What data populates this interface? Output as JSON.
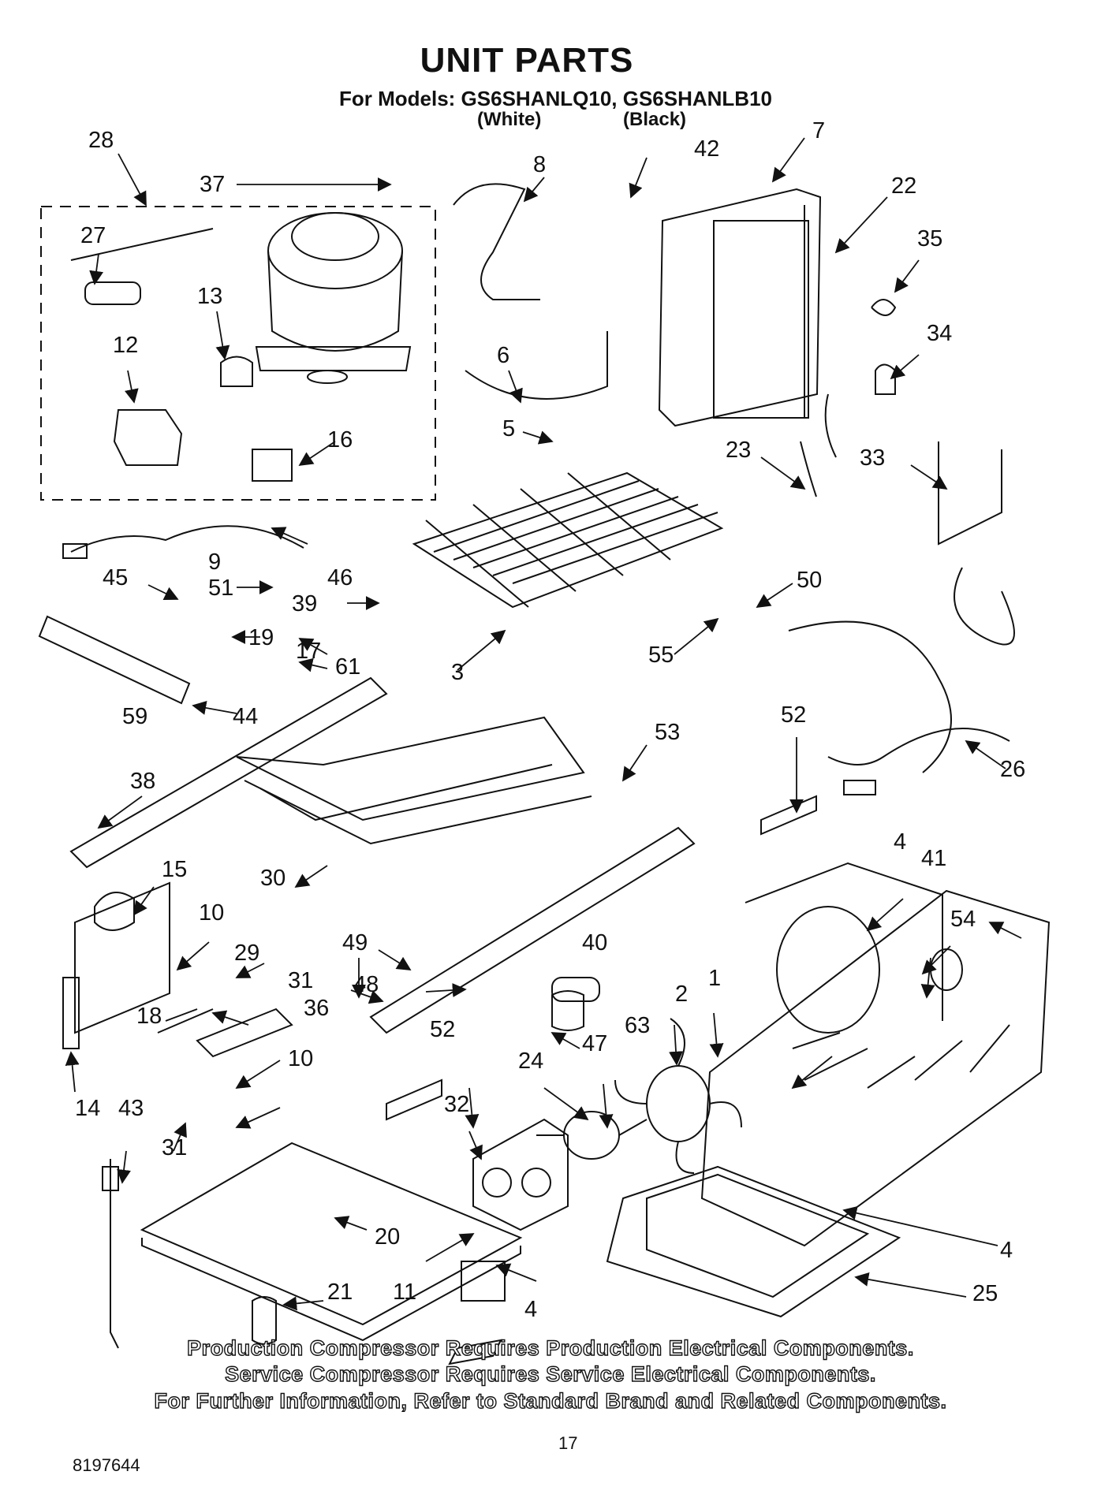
{
  "header": {
    "title": "UNIT PARTS",
    "models_line": "For Models: GS6SHANLQ10, GS6SHANLB10",
    "color_white": "(White)",
    "color_black": "(Black)"
  },
  "callouts": [
    "28",
    "37",
    "8",
    "42",
    "7",
    "22",
    "27",
    "13",
    "12",
    "35",
    "34",
    "6",
    "5",
    "16",
    "23",
    "33",
    "9",
    "46",
    "45",
    "51",
    "39",
    "50",
    "19",
    "17",
    "61",
    "3",
    "55",
    "44",
    "59",
    "52",
    "53",
    "26",
    "38",
    "30",
    "15",
    "4",
    "41",
    "10",
    "54",
    "29",
    "49",
    "40",
    "31",
    "48",
    "36",
    "63",
    "18",
    "2",
    "1",
    "52",
    "24",
    "47",
    "10",
    "14",
    "43",
    "32",
    "31",
    "20",
    "4",
    "11",
    "21",
    "4",
    "25"
  ],
  "notes": [
    "Production Compressor Requires Production Electrical Components.",
    "Service Compressor Requires Service Electrical Components.",
    "For Further Information, Refer to Standard Brand and Related Components."
  ],
  "footer": {
    "page_number": "17",
    "document_number": "8197644"
  }
}
